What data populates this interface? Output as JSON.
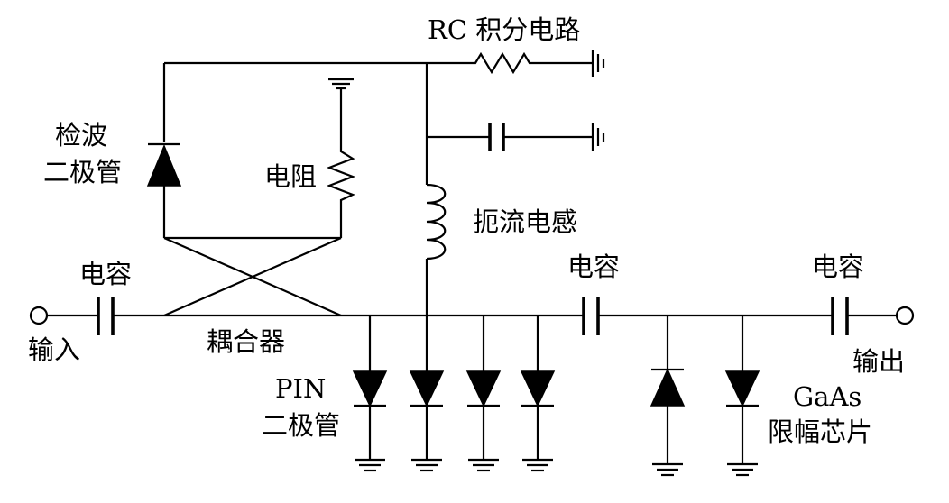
{
  "labels": {
    "rc_integrator": "RC 积分电路",
    "detector_diode_line1": "检波",
    "detector_diode_line2": "二极管",
    "resistor": "电阻",
    "rf_choke": "扼流电感",
    "capacitor_input": "电容",
    "capacitor_middle": "电容",
    "capacitor_output": "电容",
    "input": "输入",
    "coupler": "耦合器",
    "output": "输出",
    "pin_diode_line1": "PIN",
    "pin_diode_line2": "二极管",
    "gaas_line1": "GaAs",
    "gaas_line2": "限幅芯片"
  },
  "colors": {
    "line": "#000000",
    "background": "#ffffff"
  }
}
